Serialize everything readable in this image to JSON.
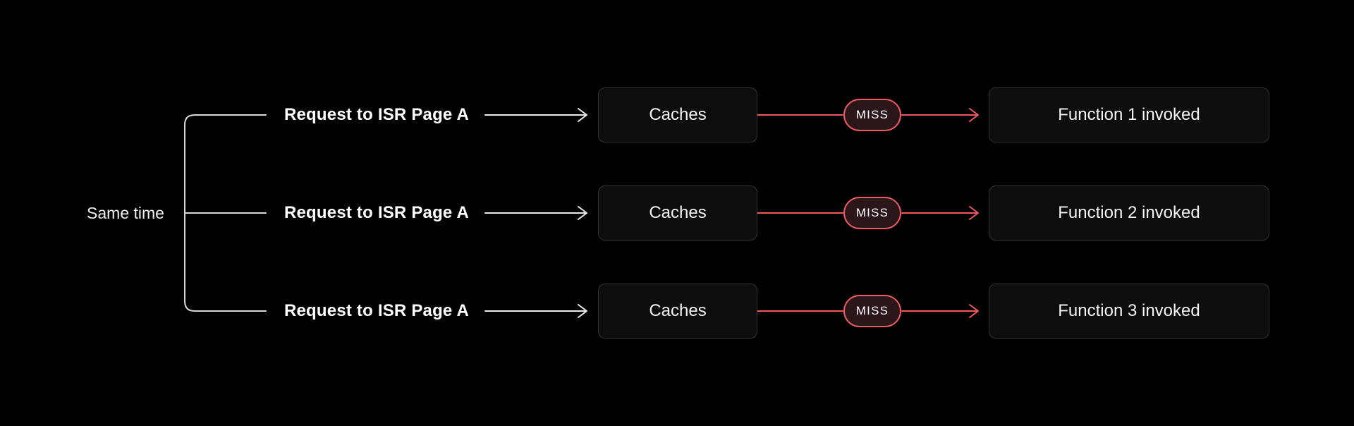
{
  "diagram": {
    "group_label": "Same time",
    "rows": [
      {
        "request_label": "Request to ISR Page A",
        "cache_label": "Caches",
        "status_label": "MISS",
        "function_label": "Function 1 invoked"
      },
      {
        "request_label": "Request to ISR Page A",
        "cache_label": "Caches",
        "status_label": "MISS",
        "function_label": "Function 2 invoked"
      },
      {
        "request_label": "Request to ISR Page A",
        "cache_label": "Caches",
        "status_label": "MISS",
        "function_label": "Function 3 invoked"
      }
    ],
    "colors": {
      "background": "#000000",
      "bracket_line": "#d9d9d9",
      "request_arrow": "#ececec",
      "miss_red": "#ef5a61",
      "miss_fill": "#2b171a",
      "box_fill": "#0d0d0d",
      "box_border": "#333333",
      "text": "#ffffff"
    }
  }
}
